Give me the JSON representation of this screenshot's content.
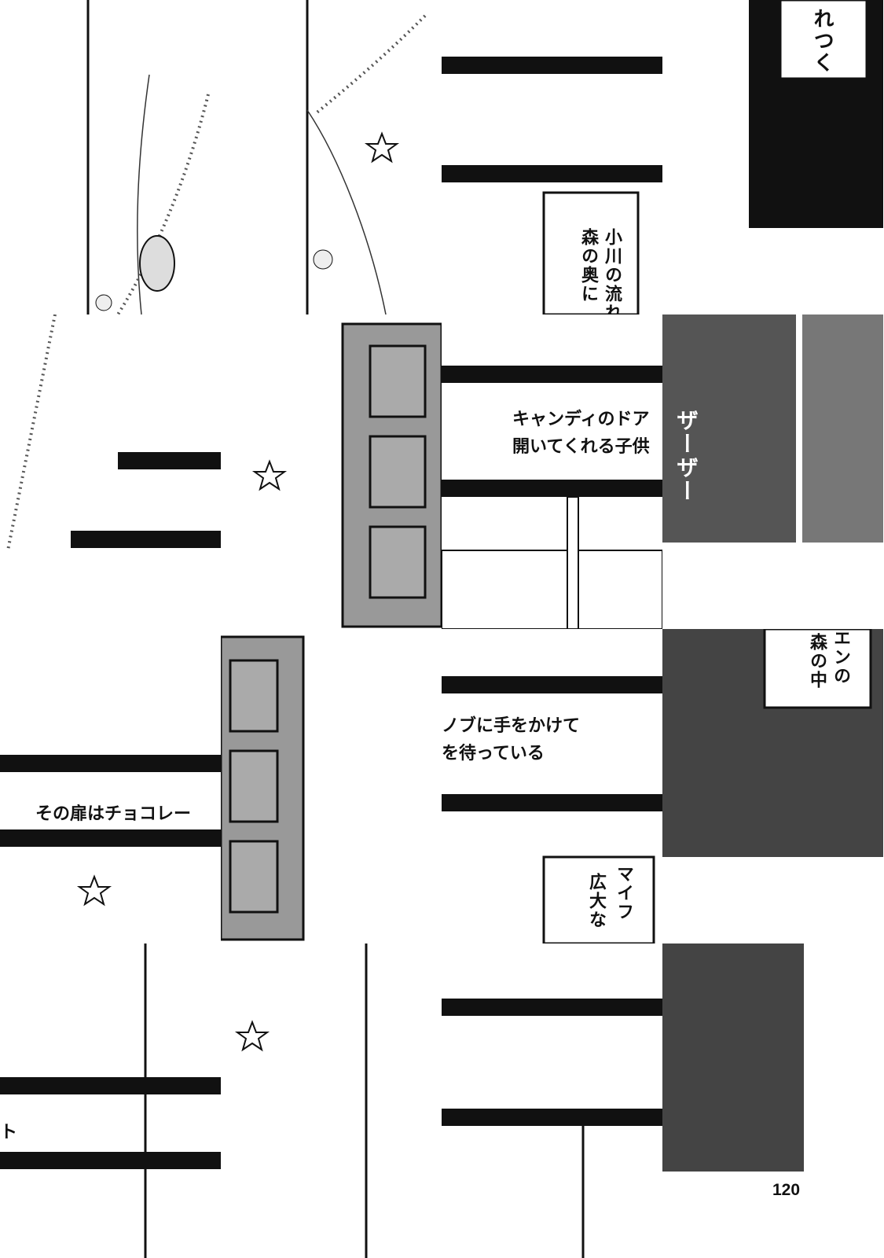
{
  "captions": {
    "flowing": "れつく",
    "stream_line1": "小川の流れ",
    "stream_line2": "森の奥に",
    "candy_line1": "キャンディのドア",
    "candy_line2": "開いてくれる子供",
    "zaa": "ザーザー",
    "forest_line1": "エンの",
    "forest_line2": "森の中",
    "chocolate": "その扉はチョコレー",
    "knob_line1": "ノブに手をかけて",
    "knob_line2": "を待っている",
    "mifu_line1": "マイフ",
    "mifu_line2": "広大な",
    "to": "ト"
  },
  "page_number": "120"
}
